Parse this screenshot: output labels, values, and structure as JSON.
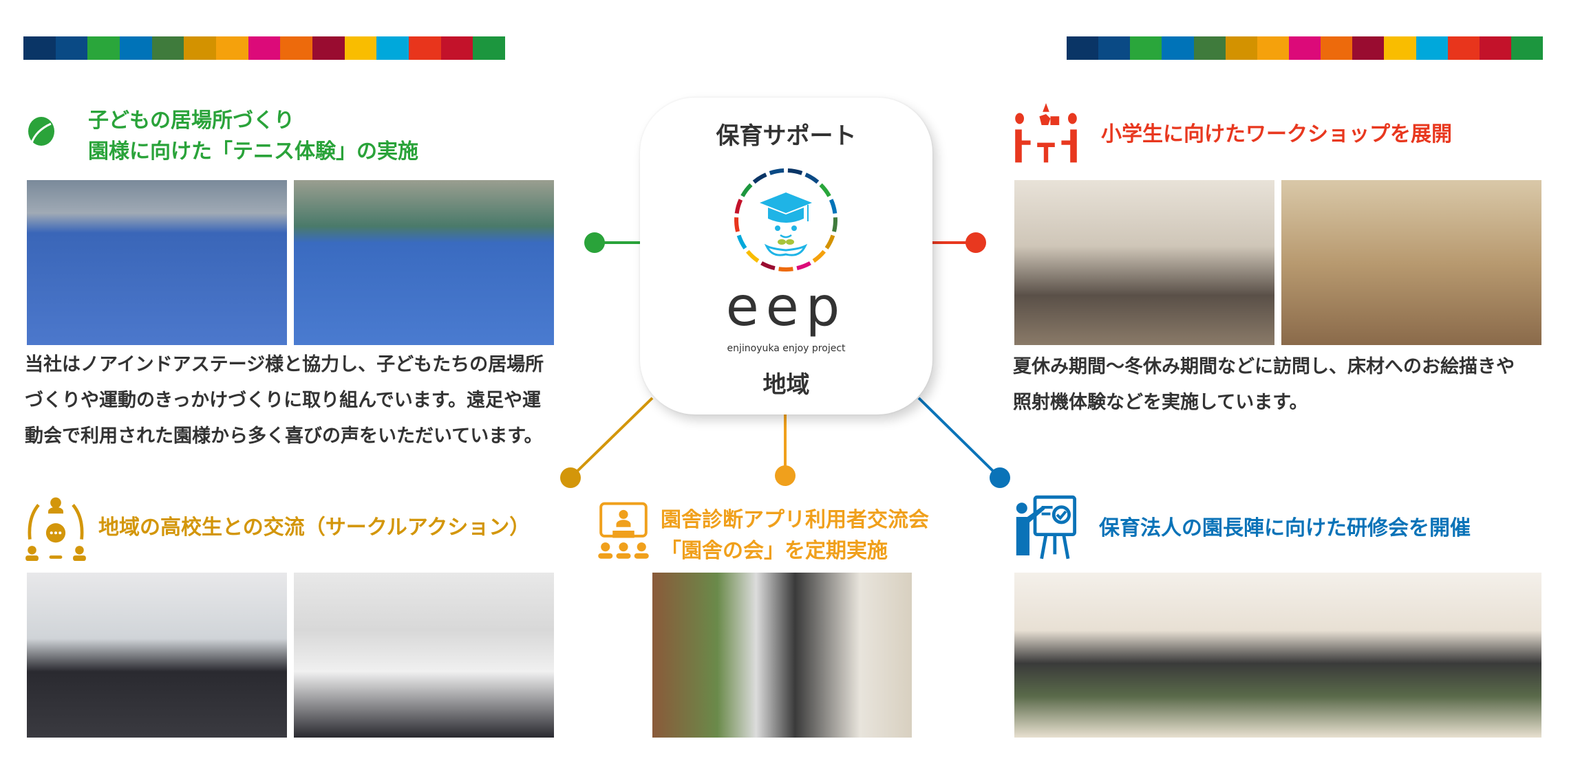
{
  "sdg_colors": [
    "#0a3566",
    "#0a4a85",
    "#2aa63b",
    "#0073b8",
    "#3f7b3c",
    "#d39200",
    "#f5a10c",
    "#dc0a79",
    "#ed6a0c",
    "#990c30",
    "#f9bd00",
    "#00a8db",
    "#e8351c",
    "#c3122a",
    "#1c963e"
  ],
  "hub": {
    "top_label": "保育サポート",
    "logo_text": "eep",
    "logo_sub": "enjinoyuka enjoy project",
    "bottom_label": "地域"
  },
  "sections": {
    "tennis": {
      "color": "#2aa33a",
      "title_line1": "子どもの居場所づくり",
      "title_line2": "園様に向けた「テニス体験」の実施",
      "body": [
        "当社はノアインドアステージ様と協力し、子どもたちの居場所",
        "づくりや運動のきっかけづくりに取り組んでいます。遠足や運",
        "動会で利用された園様から多く喜びの声をいただいています。"
      ]
    },
    "workshop": {
      "color": "#e8381f",
      "title": "小学生に向けたワークショップを展開",
      "body": [
        "夏休み期間〜冬休み期間などに訪問し、床材へのお絵描きや",
        "照射機体験などを実施しています。"
      ]
    },
    "highschool": {
      "color": "#d3960a",
      "title": "地域の高校生との交流（サークルアクション）"
    },
    "app_meetup": {
      "color": "#f0a01c",
      "title_line1": "園舎診断アプリ利用者交流会",
      "title_line2": "「園舎の会」を定期実施"
    },
    "training": {
      "color": "#0a73b8",
      "title": "保育法人の園長陣に向けた研修会を開催"
    }
  }
}
